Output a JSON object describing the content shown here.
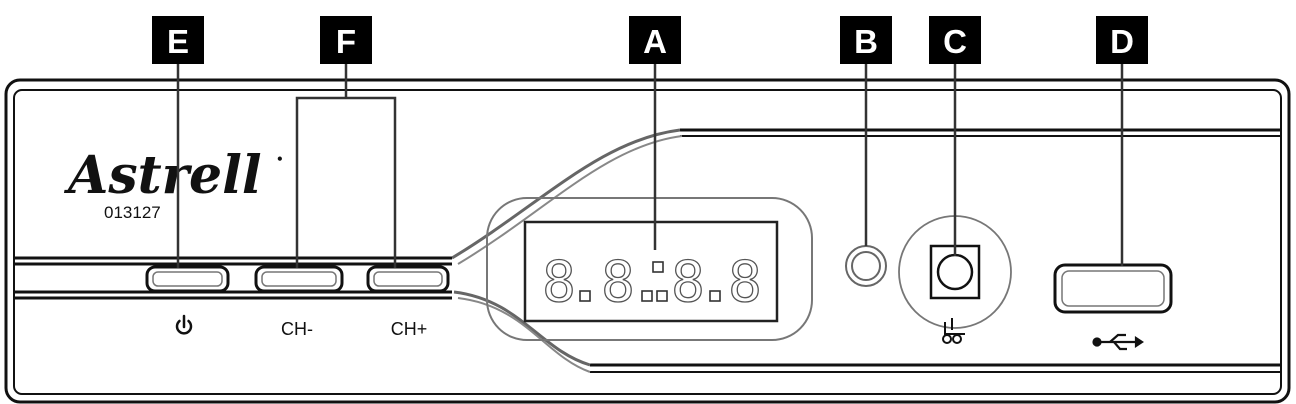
{
  "device": {
    "brand": "Astrell",
    "brand_mark": "•",
    "model": "013127",
    "display_digits": [
      "8",
      "8",
      "8",
      "8"
    ]
  },
  "callouts": {
    "E": "E",
    "F": "F",
    "A": "A",
    "B": "B",
    "C": "C",
    "D": "D"
  },
  "buttons": {
    "power_symbol": "⏻",
    "ch_minus": "CH-",
    "ch_plus": "CH+"
  },
  "icons": {
    "power": "power-icon",
    "smartcard": "smartcard-icon",
    "usb": "usb-icon"
  },
  "colors": {
    "line": "#111111",
    "callout_bg": "#000000",
    "callout_text": "#ffffff",
    "background": "#ffffff"
  }
}
